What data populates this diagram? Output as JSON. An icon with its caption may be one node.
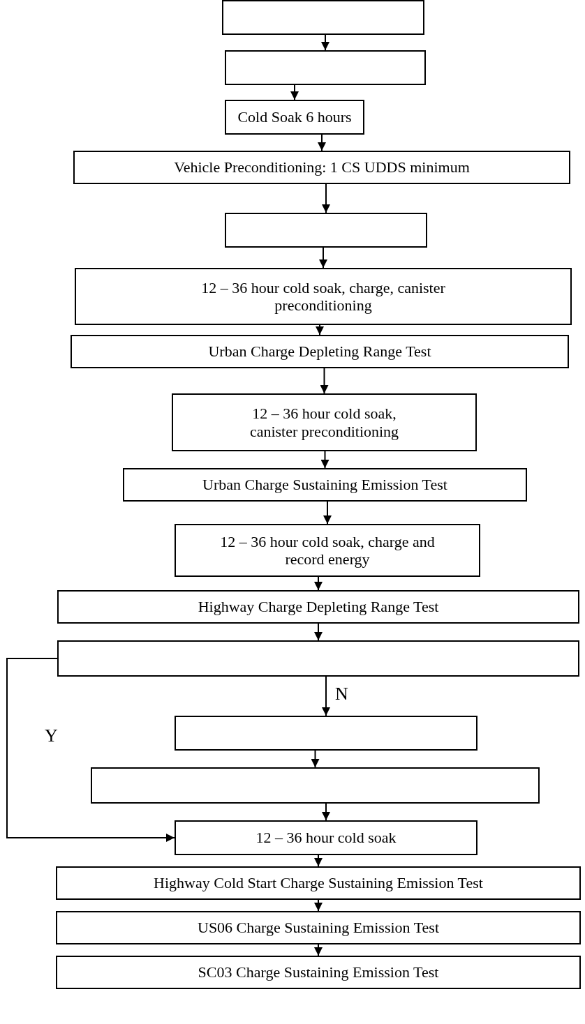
{
  "diagram": {
    "nodes": [
      {
        "text": [],
        "shape": "box"
      },
      {
        "text": [],
        "shape": "box"
      },
      {
        "text": [
          "Cold Soak 6 hours"
        ]
      },
      {
        "text": [
          "Vehicle Preconditioning:  1 CS UDDS minimum"
        ]
      },
      {
        "text": [],
        "shape": "box"
      },
      {
        "text": [
          "12 – 36 hour cold soak, charge, canister preconditioning"
        ]
      },
      {
        "text": [
          "Urban Charge Depleting Range Test"
        ]
      },
      {
        "text": [
          "12 – 36 hour cold soak, canister preconditioning"
        ]
      },
      {
        "text": [
          "Urban Charge Sustaining Emission Test"
        ]
      },
      {
        "text": [
          "12 – 36 hour cold soak, charge and record energy"
        ]
      },
      {
        "text": [
          "Highway Charge Depleting Range Test"
        ]
      },
      {
        "text": [],
        "shape": "box"
      },
      {
        "text": [],
        "shape": "box"
      },
      {
        "text": [],
        "shape": "box"
      },
      {
        "text": [
          "12 – 36 hour cold soak"
        ]
      },
      {
        "text": [
          "Highway Cold Start Charge Sustaining Emission Test"
        ]
      },
      {
        "text": [
          "US06 Charge Sustaining Emission Test"
        ]
      },
      {
        "text": [
          "SC03 Charge Sustaining Emission Test"
        ]
      }
    ],
    "edges": [
      {
        "from": 0,
        "to": 1,
        "arrow": "to"
      },
      {
        "from": 1,
        "to": 2,
        "arrow": "to"
      },
      {
        "from": 2,
        "to": 3,
        "arrow": "to"
      },
      {
        "from": 3,
        "to": 4,
        "arrow": "to"
      },
      {
        "from": 4,
        "to": 5,
        "arrow": "to"
      },
      {
        "from": 5,
        "to": 6,
        "arrow": "to"
      },
      {
        "from": 6,
        "to": 7,
        "arrow": "to"
      },
      {
        "from": 7,
        "to": 8,
        "arrow": "to"
      },
      {
        "from": 8,
        "to": 9,
        "arrow": "to"
      },
      {
        "from": 9,
        "to": 10,
        "arrow": "to"
      },
      {
        "from": 10,
        "to": 11,
        "arrow": "to"
      },
      {
        "from": 11,
        "to": 12,
        "arrow": "to",
        "label": "N"
      },
      {
        "from": 11,
        "to": 14,
        "arrow": "to",
        "label": "Y"
      },
      {
        "from": 12,
        "to": 13,
        "arrow": "to"
      },
      {
        "from": 13,
        "to": 14,
        "arrow": "to"
      },
      {
        "from": 14,
        "to": 15,
        "arrow": "to"
      },
      {
        "from": 15,
        "to": 16,
        "arrow": "to"
      },
      {
        "from": 16,
        "to": 17,
        "arrow": "to"
      }
    ]
  }
}
